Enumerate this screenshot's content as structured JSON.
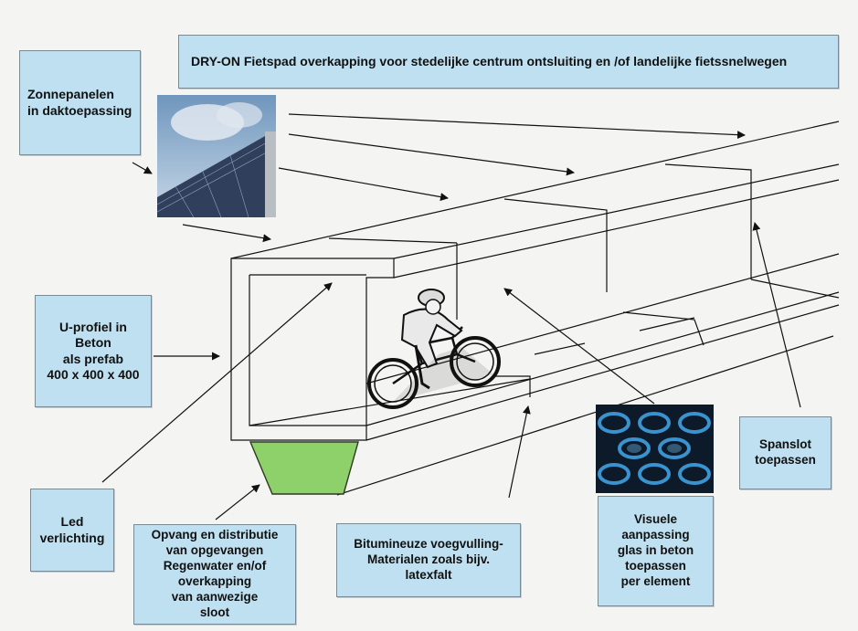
{
  "title": "DRY-ON Fietspad overkapping voor stedelijke centrum ontsluiting  en /of landelijke fietssnelwegen",
  "labels": {
    "zonnepanelen": [
      "Zonnepanelen",
      "in daktoepassing"
    ],
    "u_profiel": [
      "U-profiel in",
      "Beton",
      "als prefab",
      "400 x 400 x 400"
    ],
    "led": [
      "Led",
      "verlichting"
    ],
    "opvang": [
      "Opvang en distributie",
      "van opgevangen",
      "Regenwater en/of",
      "overkapping",
      "van aanwezige",
      "sloot"
    ],
    "bitumineuze": [
      "Bitumineuze voegvulling-",
      "Materialen zoals bijv.",
      "latexfalt"
    ],
    "visuele": [
      "Visuele",
      "aanpassing",
      "glas in beton",
      "toepassen",
      "per element"
    ],
    "spanslot": [
      "Spanslot",
      "toepassen"
    ]
  },
  "colors": {
    "box_fill": "#bfe0f0",
    "gutter_fill": "#8ed16a",
    "glass_blue": "#2a6fb0"
  },
  "illustrations": [
    "solar-panels-photo",
    "cyclist-illustration",
    "glass-in-concrete-photo"
  ]
}
